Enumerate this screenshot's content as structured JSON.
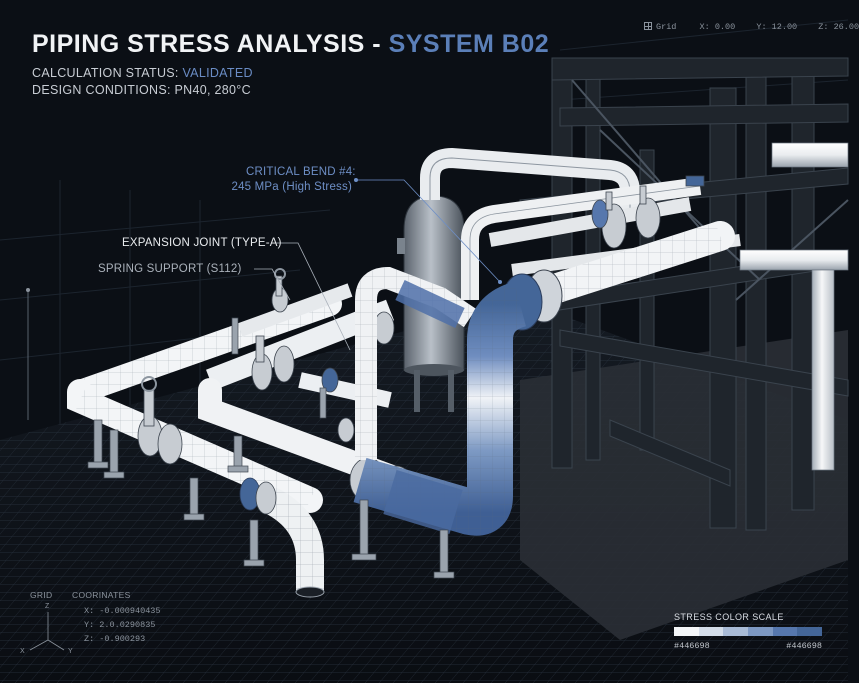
{
  "header": {
    "title_main": "PIPING STRESS ANALYSIS - ",
    "title_system": "SYSTEM B02",
    "status_label": "CALCULATION STATUS: ",
    "status_value": "VALIDATED",
    "conditions_label": "DESIGN CONDITIONS: ",
    "conditions_value": "PN40, 280°C"
  },
  "toolbar": {
    "grid_label": "Grid",
    "x_readout": "X: 0.00",
    "y_readout": "Y: 12.00",
    "z_readout": "Z: 26.00"
  },
  "callouts": {
    "critical_bend_line1": "CRITICAL BEND #4:",
    "critical_bend_line2": "245 MPa (High Stress)",
    "expansion_joint": "EXPANSION JOINT (TYPE-A)",
    "spring_support": "SPRING SUPPORT (S112)"
  },
  "coordinates_panel": {
    "grid_label": "GRID",
    "coords_label": "COORINATES",
    "x": "X: -0.000940435",
    "y": "Y: 2.0.0290835",
    "z": "Z: -0.900293",
    "axis_z": "Z",
    "axis_x": "X",
    "axis_y": "Y"
  },
  "stress_scale": {
    "title": "STRESS COLOR SCALE",
    "low_value": "#446698",
    "high_value": "#446698",
    "colors": [
      "#f4f6f8",
      "#d4dde9",
      "#a9bbd6",
      "#7d98c2",
      "#5677ad",
      "#446698"
    ]
  },
  "colors": {
    "accent": "#5b7fb8",
    "high_stress": "#446698",
    "background": "#0b0f15"
  }
}
